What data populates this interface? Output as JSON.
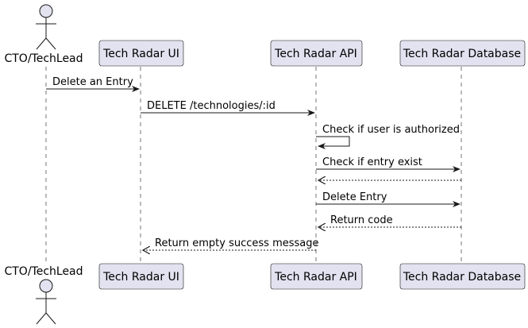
{
  "diagram": {
    "type": "sequence",
    "colors": {
      "participant_fill": "#E2E2F0",
      "participant_border": "#181818",
      "lifeline": "#181818",
      "arrow": "#181818",
      "actor_fill": "#E2E2F0"
    },
    "actor": {
      "label": "CTO/TechLead",
      "icon": "stick-figure-icon"
    },
    "participants": [
      {
        "id": "ui",
        "label": "Tech Radar UI"
      },
      {
        "id": "api",
        "label": "Tech Radar API"
      },
      {
        "id": "db",
        "label": "Tech Radar Database"
      }
    ],
    "messages": [
      {
        "from": "actor",
        "to": "ui",
        "label": "Delete an Entry",
        "style": "solid"
      },
      {
        "from": "ui",
        "to": "api",
        "label": "DELETE /technologies/:id",
        "style": "solid"
      },
      {
        "from": "api",
        "to": "api",
        "label": "Check if user is authorized",
        "style": "solid"
      },
      {
        "from": "api",
        "to": "db",
        "label": "Check if entry exist",
        "style": "solid"
      },
      {
        "from": "db",
        "to": "api",
        "label": "",
        "style": "dashed"
      },
      {
        "from": "api",
        "to": "db",
        "label": "Delete Entry",
        "style": "solid"
      },
      {
        "from": "db",
        "to": "api",
        "label": "Return code",
        "style": "dashed"
      },
      {
        "from": "api",
        "to": "ui",
        "label": "Return empty success message",
        "style": "dashed"
      }
    ]
  }
}
